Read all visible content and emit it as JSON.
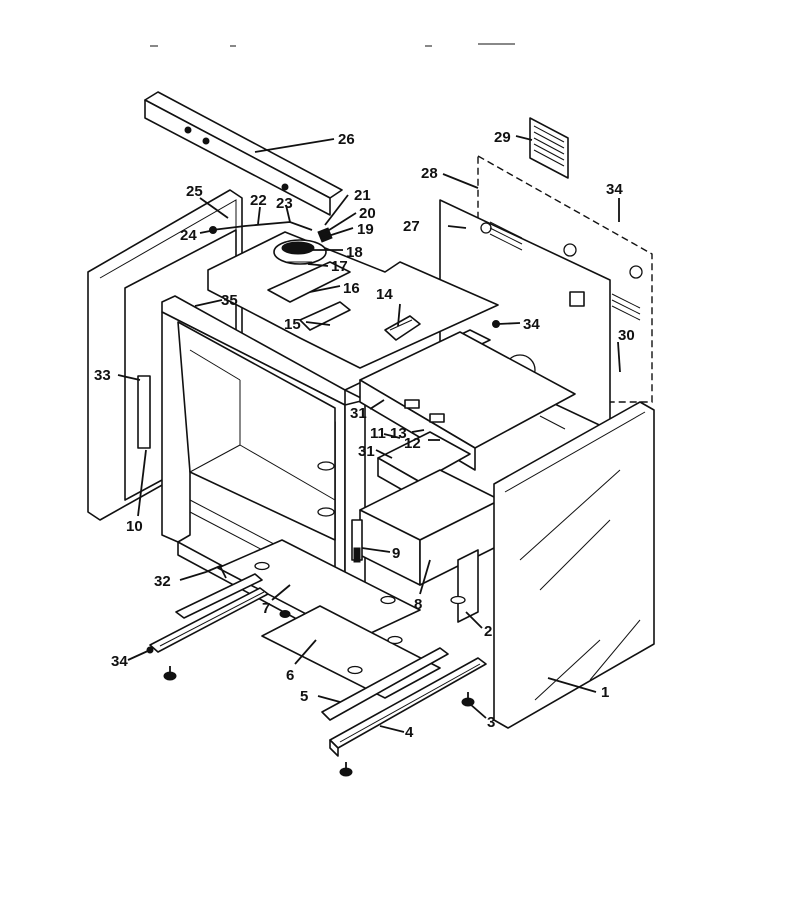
{
  "labels": {
    "l1": "1",
    "l2": "2",
    "l3": "3",
    "l4": "4",
    "l5": "5",
    "l6": "6",
    "l7": "7",
    "l8": "8",
    "l9": "9",
    "l10": "10",
    "l11": "11",
    "l12": "12",
    "l13": "13",
    "l14": "14",
    "l15": "15",
    "l16": "16",
    "l17": "17",
    "l18": "18",
    "l19": "19",
    "l20": "20",
    "l21": "21",
    "l22": "22",
    "l23": "23",
    "l24": "24",
    "l25": "25",
    "l26": "26",
    "l27": "27",
    "l28": "28",
    "l29": "29",
    "l30": "30",
    "l31a": "31",
    "l31b": "31",
    "l32": "32",
    "l33": "33",
    "l34a": "34",
    "l34b": "34",
    "l34c": "34",
    "l35": "35"
  }
}
